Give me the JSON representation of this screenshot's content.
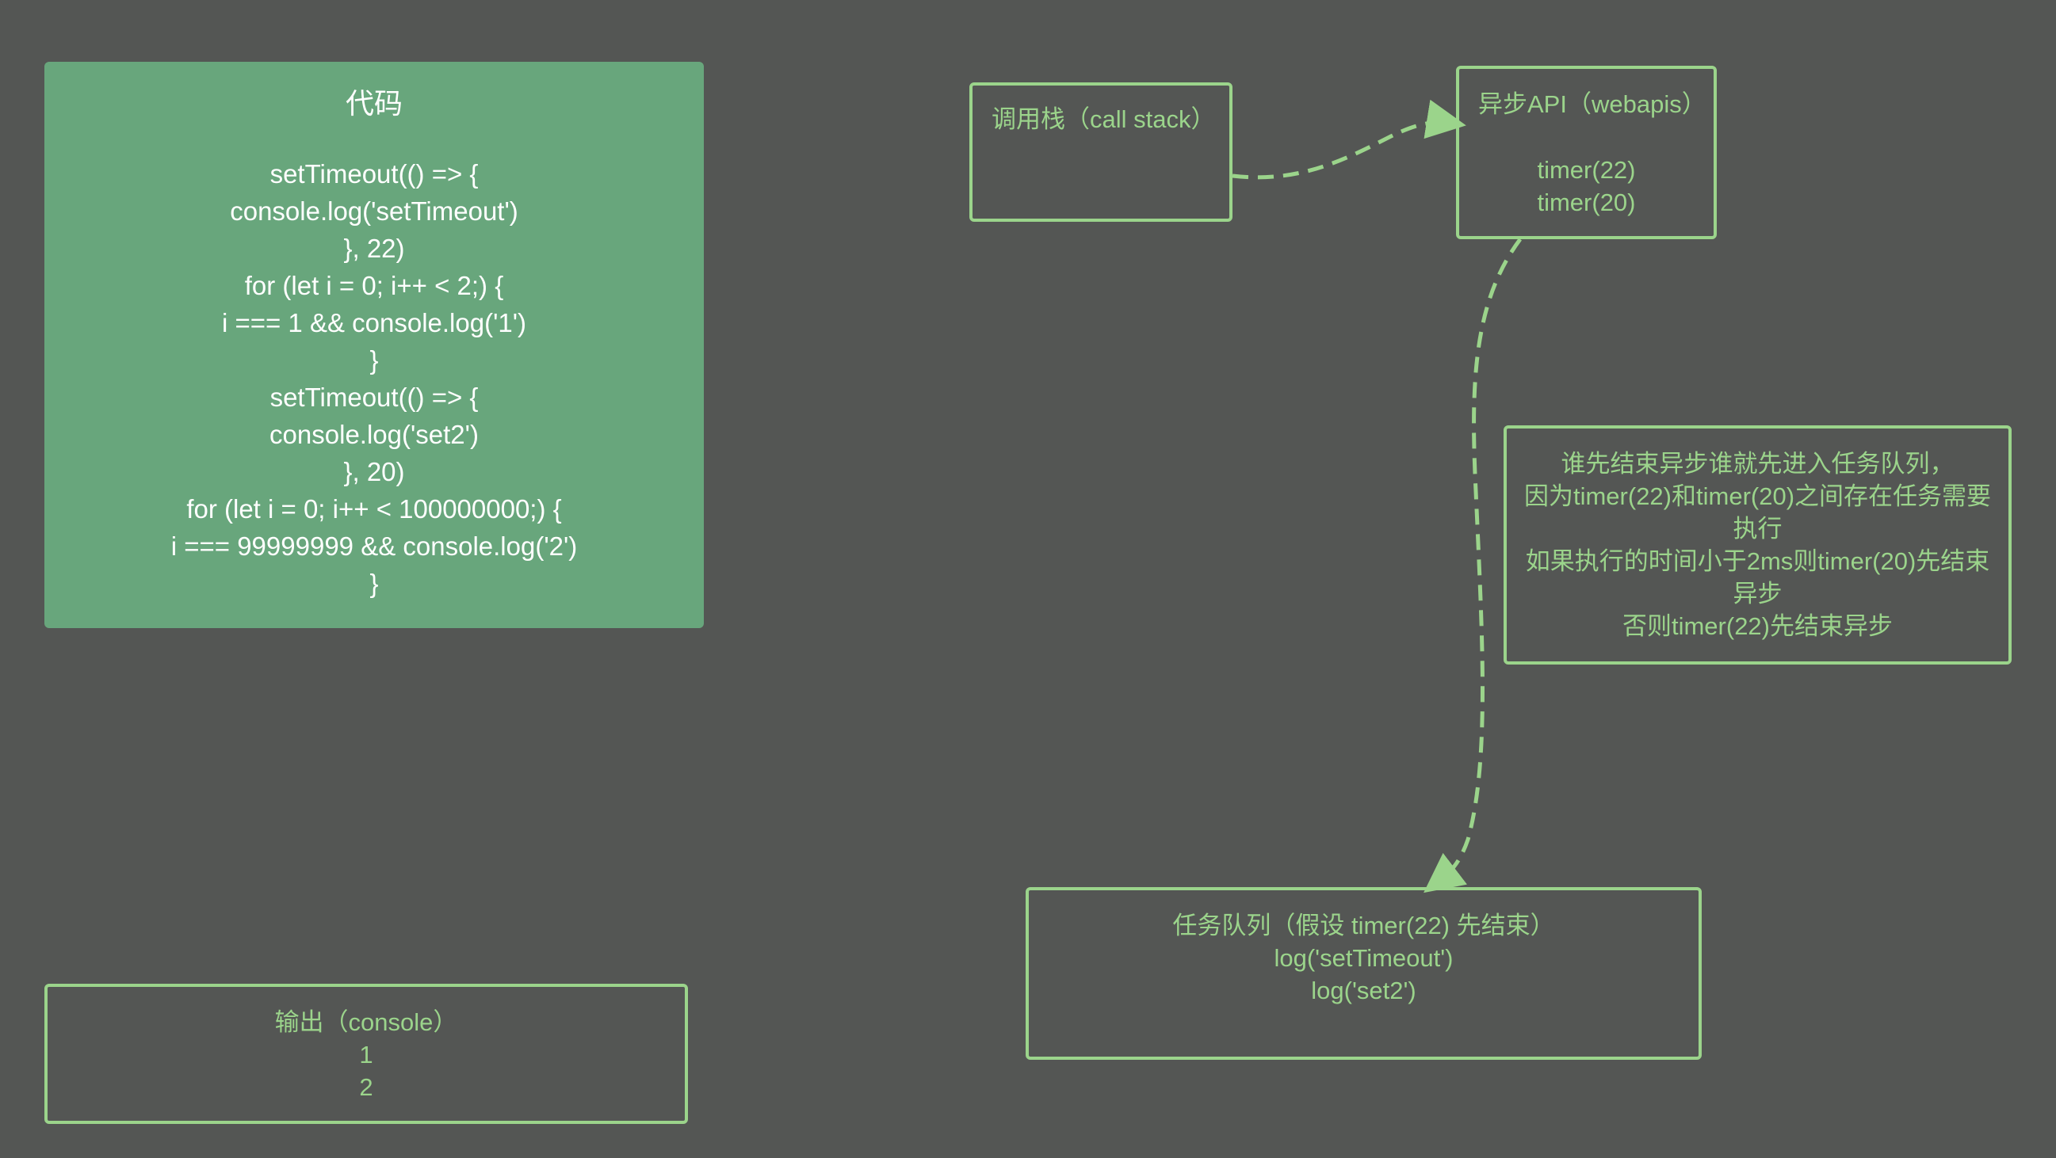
{
  "code": {
    "title": "代码",
    "lines": [
      "setTimeout(() => {",
      "console.log('setTimeout')",
      "}, 22)",
      "for (let i = 0; i++ < 2;) {",
      "i === 1 && console.log('1')",
      "}",
      "setTimeout(() => {",
      "console.log('set2')",
      "}, 20)",
      "for (let i = 0; i++ < 100000000;) {",
      "i === 99999999 && console.log('2')",
      "}"
    ]
  },
  "call_stack": {
    "title": "调用栈（call stack）"
  },
  "webapis": {
    "title": "异步API（webapis）",
    "items": [
      "timer(22)",
      "timer(20)"
    ]
  },
  "note": {
    "lines": [
      "谁先结束异步谁就先进入任务队列，",
      "因为timer(22)和timer(20)之间存在任务需要",
      "执行",
      "如果执行的时间小于2ms则timer(20)先结束",
      "异步",
      "否则timer(22)先结束异步"
    ]
  },
  "task_queue": {
    "title": "任务队列（假设 timer(22) 先结束）",
    "items": [
      "log('setTimeout')",
      "log('set2')"
    ]
  },
  "output": {
    "title": "输出（console）",
    "items": [
      "1",
      "2"
    ]
  },
  "colors": {
    "background": "#545654",
    "code_fill": "#68a67c",
    "accent": "#9bd48b",
    "code_text": "#ffffff"
  }
}
